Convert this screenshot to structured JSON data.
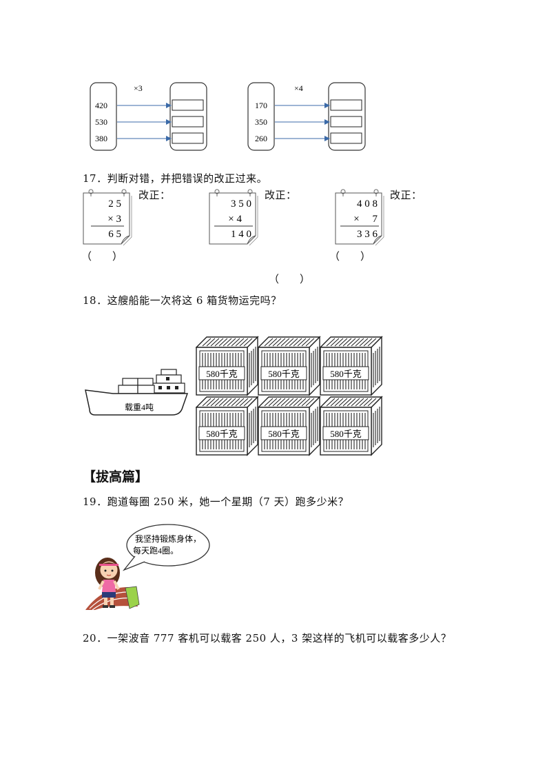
{
  "map_problems": [
    {
      "operator": "×3",
      "inputs": [
        "420",
        "530",
        "380"
      ]
    },
    {
      "operator": "×4",
      "inputs": [
        "170",
        "350",
        "260"
      ]
    }
  ],
  "q17": {
    "title": "17．判断对错，并把错误的改正过来。",
    "correction_label": "改正：",
    "items": [
      {
        "top": "2 5",
        "mult": "× 3",
        "result": "6 5",
        "paren": "（　　）"
      },
      {
        "top": "3 5 0",
        "mult": "× 4",
        "result": "1 4 0",
        "paren": "（　　）"
      },
      {
        "top": "4 0 8",
        "mult": "×　 7",
        "result": "3 3 6",
        "paren": "（　　）"
      }
    ]
  },
  "q18": {
    "title": "18．这艘船能一次将这 6 箱货物运完吗？",
    "ship_label": "载重4吨",
    "box_label": "580千克"
  },
  "section_title": "【拔高篇】",
  "q19": {
    "title": "19．跑道每圈 250 米，她一个星期（7 天）跑多少米？",
    "speech_line1": "我坚持锻炼身体，",
    "speech_line2": "每天跑4圈。"
  },
  "q20": {
    "title": "20．一架波音 777 客机可以载客 250 人，3 架这样的飞机可以载客多少人？"
  }
}
